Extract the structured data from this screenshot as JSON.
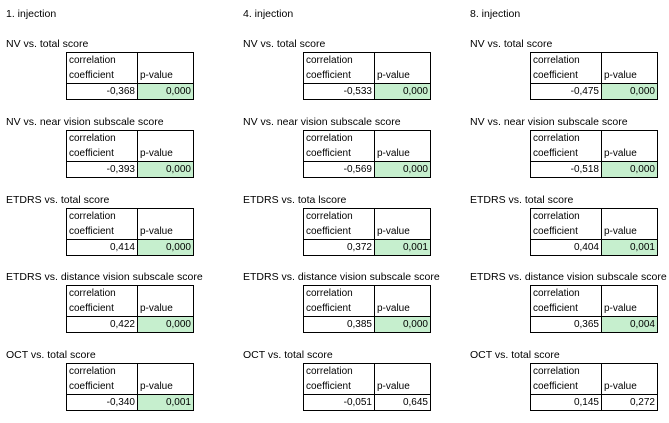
{
  "labels": {
    "corr_line1": "correlation",
    "corr_line2": "coefficient",
    "pvalue": "p-value"
  },
  "columns": [
    {
      "title": "1. injection",
      "sections": [
        {
          "title": "NV vs. total score",
          "coefficient": "-0,368",
          "pvalue": "0,000",
          "significant": true
        },
        {
          "title": "NV vs. near vision subscale score",
          "coefficient": "-0,393",
          "pvalue": "0,000",
          "significant": true
        },
        {
          "title": "ETDRS vs. total score",
          "coefficient": "0,414",
          "pvalue": "0,000",
          "significant": true
        },
        {
          "title": "ETDRS vs. distance vision subscale score",
          "coefficient": "0,422",
          "pvalue": "0,000",
          "significant": true
        },
        {
          "title": "OCT vs. total score",
          "coefficient": "-0,340",
          "pvalue": "0,001",
          "significant": true
        }
      ]
    },
    {
      "title": "4. injection",
      "sections": [
        {
          "title": "NV vs. total score",
          "coefficient": "-0,533",
          "pvalue": "0,000",
          "significant": true
        },
        {
          "title": "NV vs. near vision subscale score",
          "coefficient": "-0,569",
          "pvalue": "0,000",
          "significant": true
        },
        {
          "title": "ETDRS vs. tota lscore",
          "coefficient": "0,372",
          "pvalue": "0,001",
          "significant": true
        },
        {
          "title": "ETDRS vs. distance vision subscale score",
          "coefficient": "0,385",
          "pvalue": "0,000",
          "significant": true
        },
        {
          "title": "OCT vs. total score",
          "coefficient": "-0,051",
          "pvalue": "0,645",
          "significant": false
        }
      ]
    },
    {
      "title": "8. injection",
      "sections": [
        {
          "title": "NV vs. total score",
          "coefficient": "-0,475",
          "pvalue": "0,000",
          "significant": true
        },
        {
          "title": "NV vs. near vision subscale score",
          "coefficient": "-0,518",
          "pvalue": "0,000",
          "significant": true
        },
        {
          "title": "ETDRS vs. total score",
          "coefficient": "0,404",
          "pvalue": "0,001",
          "significant": true
        },
        {
          "title": "ETDRS vs. distance vision subscale score",
          "coefficient": "0,365",
          "pvalue": "0,004",
          "significant": true
        },
        {
          "title": "OCT vs. total score",
          "coefficient": "0,145",
          "pvalue": "0,272",
          "significant": false
        }
      ]
    }
  ]
}
